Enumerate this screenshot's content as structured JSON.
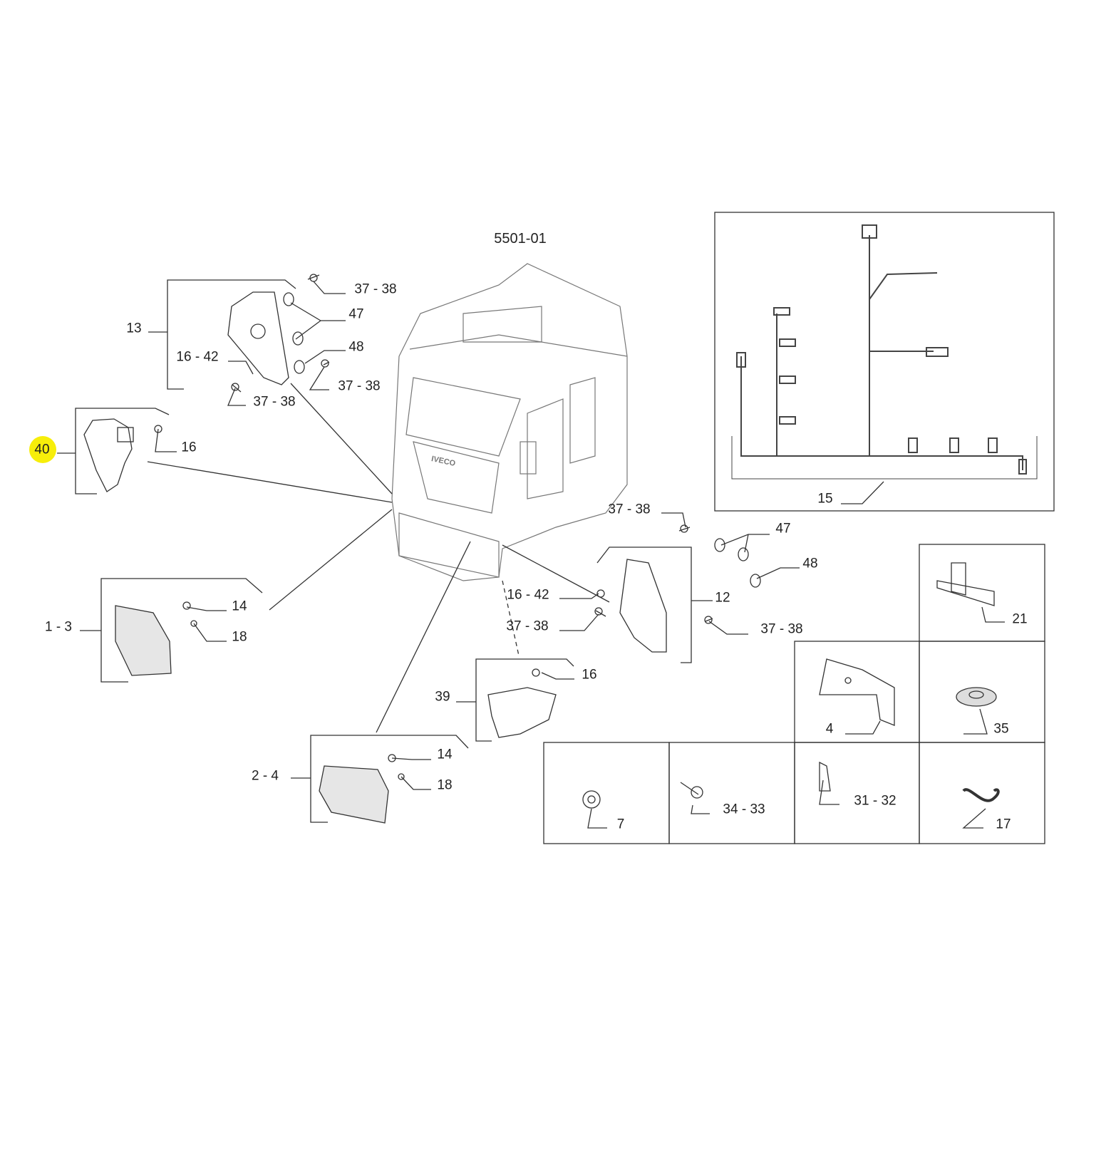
{
  "diagram": {
    "code": "5501-01",
    "highlight_color": "#f7ee0a",
    "callouts": [
      {
        "label": "37 - 38"
      },
      {
        "label": "47"
      },
      {
        "label": "13"
      },
      {
        "label": "48"
      },
      {
        "label": "16 - 42"
      },
      {
        "label": "37 - 38"
      },
      {
        "label": "37 - 38"
      },
      {
        "label": "40",
        "highlighted": true
      },
      {
        "label": "16"
      },
      {
        "label": "15"
      },
      {
        "label": "37 - 38"
      },
      {
        "label": "47"
      },
      {
        "label": "48"
      },
      {
        "label": "1 - 3"
      },
      {
        "label": "14"
      },
      {
        "label": "18"
      },
      {
        "label": "16 - 42"
      },
      {
        "label": "12"
      },
      {
        "label": "37 - 38"
      },
      {
        "label": "37 - 38"
      },
      {
        "label": "21"
      },
      {
        "label": "16"
      },
      {
        "label": "39"
      },
      {
        "label": "4"
      },
      {
        "label": "35"
      },
      {
        "label": "2 - 4"
      },
      {
        "label": "14"
      },
      {
        "label": "18"
      },
      {
        "label": "7"
      },
      {
        "label": "34 - 33"
      },
      {
        "label": "31 - 32"
      },
      {
        "label": "17"
      }
    ],
    "logo_text": "IVECO"
  }
}
